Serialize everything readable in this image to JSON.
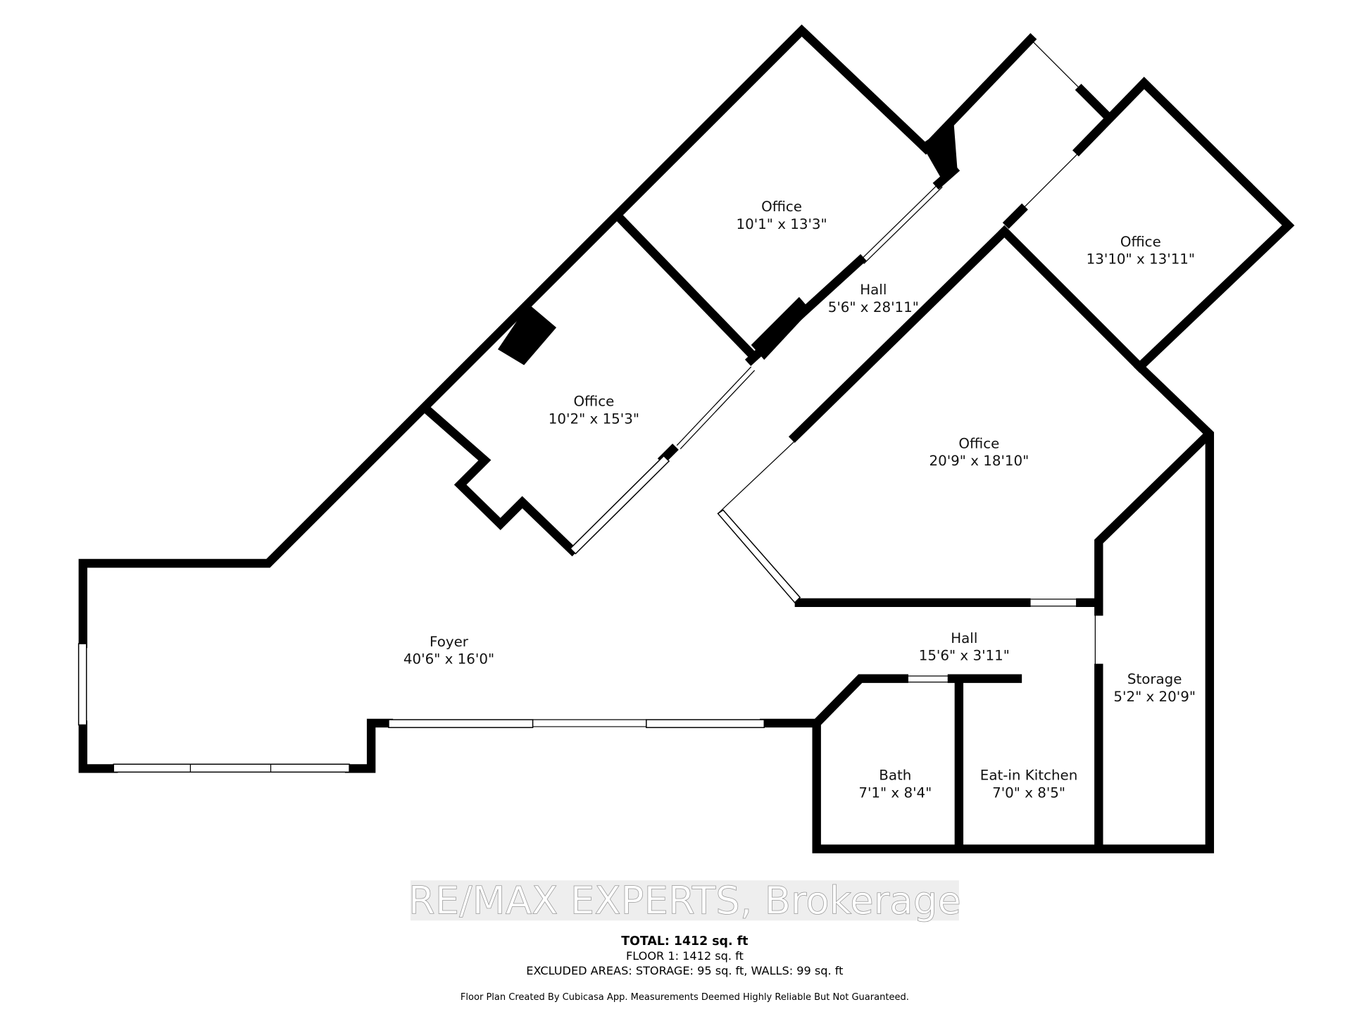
{
  "rooms": [
    {
      "name": "Office",
      "size": "10'1\" x 13'3\""
    },
    {
      "name": "Office",
      "size": "13'10\" x 13'11\""
    },
    {
      "name": "Hall",
      "size": "5'6\" x 28'11\""
    },
    {
      "name": "Office",
      "size": "10'2\" x 15'3\""
    },
    {
      "name": "Office",
      "size": "20'9\" x 18'10\""
    },
    {
      "name": "Foyer",
      "size": "40'6\" x 16'0\""
    },
    {
      "name": "Hall",
      "size": "15'6\" x 3'11\""
    },
    {
      "name": "Storage",
      "size": "5'2\" x 20'9\""
    },
    {
      "name": "Bath",
      "size": "7'1\" x 8'4\""
    },
    {
      "name": "Eat-in Kitchen",
      "size": "7'0\" x 8'5\""
    }
  ],
  "summary": {
    "total": "TOTAL: 1412 sq. ft",
    "floor": "FLOOR 1: 1412 sq. ft",
    "excluded": "EXCLUDED AREAS: STORAGE: 95 sq. ft, WALLS: 99 sq. ft",
    "disclaimer": "Floor Plan Created By Cubicasa App. Measurements Deemed Highly Reliable But Not Guaranteed."
  },
  "watermark": "RE/MAX EXPERTS, Brokerage"
}
